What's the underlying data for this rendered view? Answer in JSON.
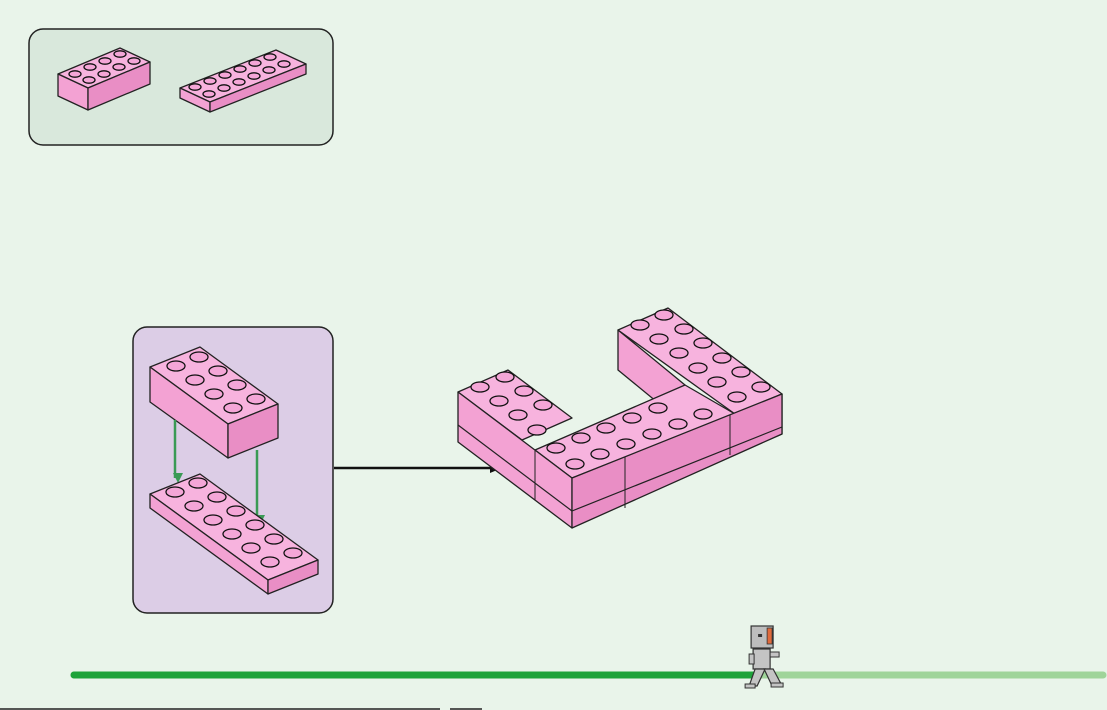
{
  "colors": {
    "background": "#e9f4ea",
    "parts_panel_fill": "#d9e8dc",
    "sub_assembly_panel_fill": "#dccde6",
    "brick_pink": "#f7b3de",
    "guide_arrow": "#3a9a55",
    "progress_done": "#1ea33a",
    "progress_remaining": "#9fd49a"
  },
  "parts_list": {
    "items": [
      {
        "part": "brick-2x4",
        "color": "pink",
        "count_label": ""
      },
      {
        "part": "plate-2x6",
        "color": "pink",
        "count_label": ""
      }
    ]
  },
  "sub_assembly": {
    "steps": [
      {
        "part": "brick-2x4",
        "action": "place-on-top"
      },
      {
        "part": "plate-2x6",
        "action": "base"
      }
    ]
  },
  "progress": {
    "fraction_complete": 0.66,
    "marker_icon": "minifigure-walker-icon"
  }
}
